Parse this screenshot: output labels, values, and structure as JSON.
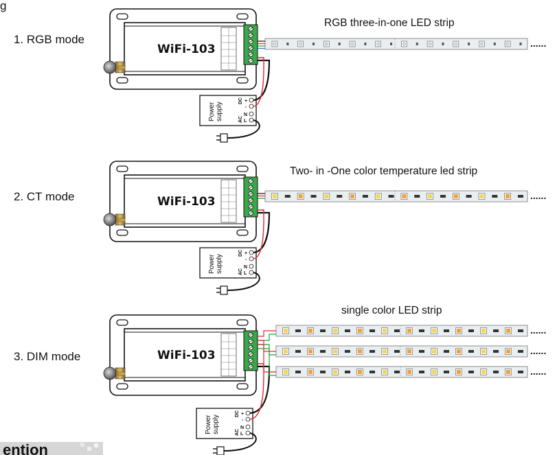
{
  "fragment_top": "g",
  "modes": [
    {
      "id": "rgb",
      "label": "1. RGB mode",
      "controller": "WiFi-103",
      "strip_title": "RGB three-in-one LED strip",
      "strip_style": "rgb",
      "strip_rows": 1
    },
    {
      "id": "ct",
      "label": "2. CT mode",
      "controller": "WiFi-103",
      "strip_title": "Two- in -One color temperature led strip",
      "strip_style": "ct",
      "strip_rows": 1
    },
    {
      "id": "dim",
      "label": "3. DIM mode",
      "controller": "WiFi-103",
      "strip_title": "single color LED strip",
      "strip_style": "dim",
      "strip_rows": 3
    }
  ],
  "power_supply": {
    "line1": "Power",
    "line2": "supply",
    "dc": "DC",
    "ac": "AC",
    "plus": "+",
    "minus": "-",
    "n": "N",
    "l": "L"
  },
  "strip_dots": "......",
  "bottom_heading": "ention",
  "colors": {
    "wire_red": "#e0262c",
    "wire_green": "#1f9d3a",
    "wire_blue": "#2a6fd1",
    "terminal_green": "#3aa84a",
    "chip_yellow": "#f2d55a",
    "chip_orange": "#f0a23a",
    "strip_bg": "#e9eef1"
  }
}
